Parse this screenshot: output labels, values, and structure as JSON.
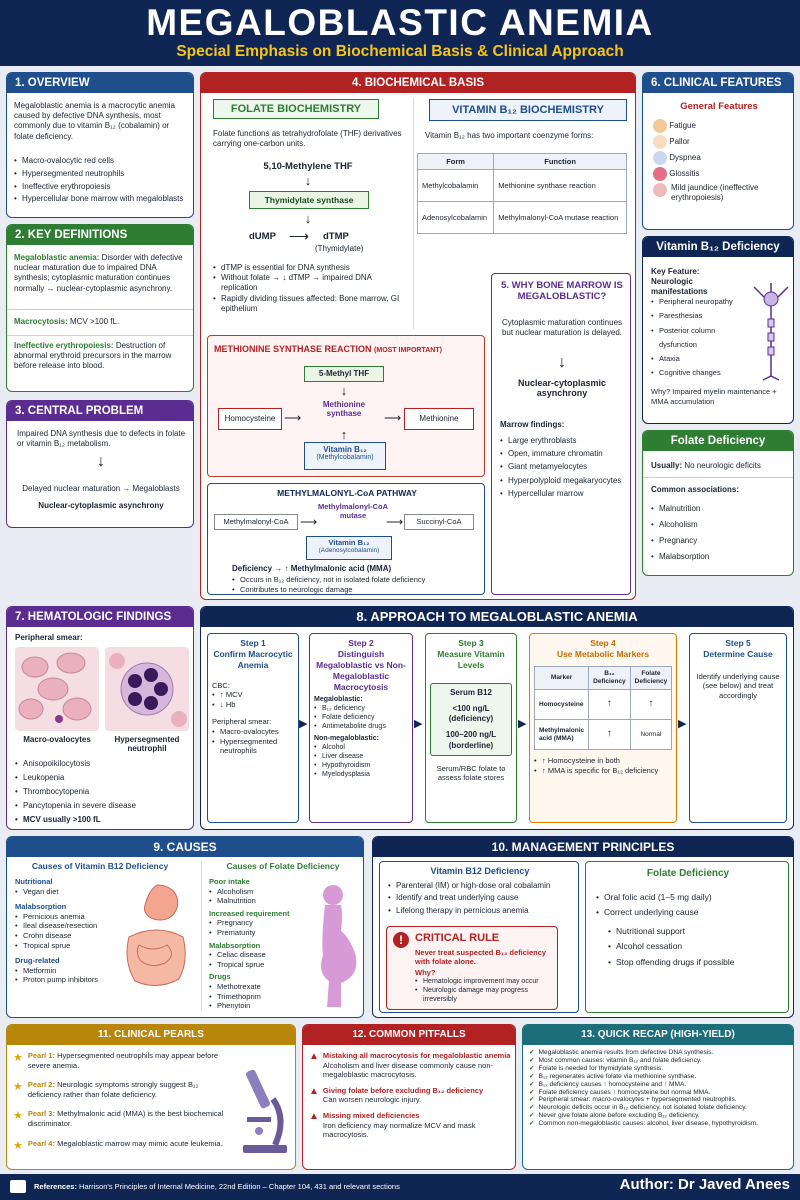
{
  "header": {
    "title": "MEGALOBLASTIC ANEMIA",
    "subtitle": "Special Emphasis on Biochemical Basis & Clinical Approach"
  },
  "overview": {
    "title": "1. OVERVIEW",
    "intro": "Megaloblastic anemia is a macrocytic anemia caused by defective DNA synthesis, most commonly due to vitamin B₁₂ (cobalamin) or folate deficiency.",
    "items": [
      "Macro-ovalocytic red cells",
      "Hypersegmented neutrophils",
      "Ineffective erythropoiesis",
      "Hypercellular bone marrow with megaloblasts"
    ]
  },
  "definitions": {
    "title": "2. KEY DEFINITIONS",
    "d1_term": "Megaloblastic anemia:",
    "d1_text": "Disorder with defective nuclear maturation due to impaired DNA synthesis; cytoplasmic maturation continues normally → nuclear-cytoplasmic asynchrony.",
    "d2_term": "Macrocytosis:",
    "d2_text": "MCV >100 fL.",
    "d3_term": "Ineffective erythropoiesis:",
    "d3_text": "Destruction of abnormal erythroid precursors in the marrow before release into blood."
  },
  "central": {
    "title": "3. CENTRAL PROBLEM",
    "p1": "Impaired DNA synthesis due to defects in folate or vitamin B₁₂ metabolism.",
    "arrow": "↓",
    "p2": "Delayed nuclear maturation → Megaloblasts",
    "p3": "Nuclear-cytoplasmic asynchrony"
  },
  "biochem": {
    "title": "4. BIOCHEMICAL BASIS",
    "folate": {
      "title": "FOLATE BIOCHEMISTRY",
      "intro": "Folate functions as tetrahydrofolate (THF) derivatives carrying one-carbon units.",
      "mthf": "5,10-Methylene THF",
      "enzyme": "Thymidylate synthase",
      "dump": "dUMP",
      "dtmp": "dTMP",
      "dtmp_sub": "(Thymidylate)",
      "items": [
        "dTMP is essential for DNA synthesis",
        "Without folate → ↓ dTMP → impaired DNA replication",
        "Rapidly dividing tissues affected: Bone marrow, GI epithelium"
      ]
    },
    "b12": {
      "title": "VITAMIN B₁₂ BIOCHEMISTRY",
      "intro": "Vitamin B₁₂ has two important coenzyme forms:",
      "col_form": "Form",
      "col_function": "Function",
      "r1_form": "Methylcobalamin",
      "r1_fn": "Methionine synthase reaction",
      "r2_form": "Adenosylcobalamin",
      "r2_fn": "Methylmalonyl-CoA mutase reaction"
    },
    "ms": {
      "title": "METHIONINE SYNTHASE REACTION",
      "title_note": "(MOST IMPORTANT)",
      "methylthf": "5-Methyl THF",
      "homocysteine": "Homocysteine",
      "enzyme": "Methionine synthase",
      "methionine": "Methionine",
      "cofactor": "Vitamin B₁₂",
      "cofactor_sub": "(Methylcobalamin)"
    },
    "mma": {
      "title": "METHYLMALONYL-CoA PATHWAY",
      "substrate": "Methylmalonyl-CoA",
      "enzyme": "Methylmalonyl-CoA mutase",
      "product": "Succinyl-CoA",
      "cofactor": "Vitamin B₁₂",
      "cofactor_sub": "(Adenosylcobalamin)",
      "deficiency": "Deficiency → ↑ Methylmalonic acid (MMA)",
      "items": [
        "Occurs in B₁₂ deficiency, not in isolated folate deficiency",
        "Contributes to neurologic damage"
      ]
    }
  },
  "marrow": {
    "title": "5. WHY BONE MARROW IS MEGALOBLASTIC?",
    "p1": "Cytoplasmic maturation continues but nuclear maturation is delayed.",
    "arrow": "↓",
    "p2": "Nuclear-cytoplasmic asynchrony",
    "findings_title": "Marrow findings:",
    "items": [
      "Large erythroblasts",
      "Open, immature chromatin",
      "Giant metamyelocytes",
      "Hyperpolyploid megakaryocytes",
      "Hypercellular marrow"
    ]
  },
  "clinical": {
    "title": "6. CLINICAL FEATURES",
    "general_title": "General Features",
    "general": [
      "Fatigue",
      "Pallor",
      "Dyspnea",
      "Glossitis",
      "Mild jaundice (ineffective erythropoiesis)"
    ],
    "b12def": {
      "title": "Vitamin B₁₂ Deficiency",
      "key": "Key Feature: Neurologic manifestations",
      "items": [
        "Peripheral neuropathy",
        "Paresthesias",
        "Posterior column dysfunction",
        "Ataxia",
        "Cognitive changes"
      ],
      "why": "Why? Impaired myelin maintenance + MMA accumulation"
    },
    "folatedef": {
      "title": "Folate Deficiency",
      "usually": "Usually:",
      "usually_text": "No neurologic deficits",
      "assoc_title": "Common associations:",
      "items": [
        "Malnutrition",
        "Alcoholism",
        "Pregnancy",
        "Malabsorption"
      ]
    }
  },
  "hema": {
    "title": "7. HEMATOLOGIC FINDINGS",
    "smear": "Peripheral smear:",
    "img1": "Macro-ovalocytes",
    "img2": "Hypersegmented neutrophil",
    "items": [
      "Anisopoikilocytosis",
      "Leukopenia",
      "Thrombocytopenia",
      "Pancytopenia in severe disease",
      "MCV usually >100 fL"
    ]
  },
  "approach": {
    "title": "8. APPROACH TO MEGALOBLASTIC ANEMIA",
    "s1": {
      "step": "Step 1",
      "name": "Confirm Macrocytic Anemia",
      "cbc": "CBC:",
      "cbc_items": [
        "↑ MCV",
        "↓ Hb"
      ],
      "smear": "Peripheral smear:",
      "smear_items": [
        "Macro-ovalocytes",
        "Hypersegmented neutrophils"
      ]
    },
    "s2": {
      "step": "Step 2",
      "name": "Distinguish Megaloblastic vs Non-Megaloblastic Macrocytosis",
      "mega": "Megaloblastic:",
      "mega_items": [
        "B₁₂ deficiency",
        "Folate deficiency",
        "Antimetabolite drugs"
      ],
      "non": "Non-megaloblastic:",
      "non_items": [
        "Alcohol",
        "Liver disease",
        "Hypothyroidism",
        "Myelodysplasia"
      ]
    },
    "s3": {
      "step": "Step 3",
      "name": "Measure Vitamin Levels",
      "serum": "Serum B12",
      "v1": "<100 ng/L",
      "v1s": "(deficiency)",
      "v2": "100–200 ng/L",
      "v2s": "(borderline)",
      "rbc": "Serum/RBC folate to assess folate stores"
    },
    "s4": {
      "step": "Step 4",
      "name": "Use Metabolic Markers",
      "col1": "Marker",
      "col2": "B₁₂ Deficiency",
      "col3": "Folate Deficiency",
      "r1": [
        "Homocysteine",
        "↑",
        "↑"
      ],
      "r2": [
        "Methylmalonic acid (MMA)",
        "↑",
        "Normal"
      ],
      "notes": [
        "↑ Homocysteine in both",
        "↑ MMA is specific for B₁₂ deficiency"
      ]
    },
    "s5": {
      "step": "Step 5",
      "name": "Determine Cause",
      "text": "Identify underlying cause (see below) and treat accordingly"
    }
  },
  "causes": {
    "title": "9. CAUSES",
    "b12_title": "Causes of Vitamin B12 Deficiency",
    "b12_groups": [
      {
        "h": "Nutritional",
        "items": [
          "Vegan diet"
        ]
      },
      {
        "h": "Malabsorption",
        "items": [
          "Pernicious anemia",
          "Ileal disease/resection",
          "Crohn disease",
          "Tropical sprue"
        ]
      },
      {
        "h": "Drug-related",
        "items": [
          "Metformin",
          "Proton pump inhibitors"
        ]
      }
    ],
    "folate_title": "Causes of Folate Deficiency",
    "folate_groups": [
      {
        "h": "Poor intake",
        "items": [
          "Alcoholism",
          "Malnutrition"
        ]
      },
      {
        "h": "Increased requirement",
        "items": [
          "Pregnancy",
          "Prematurity"
        ]
      },
      {
        "h": "Malabsorption",
        "items": [
          "Celiac disease",
          "Tropical sprue"
        ]
      },
      {
        "h": "Drugs",
        "items": [
          "Methotrexate",
          "Trimethoprim",
          "Phenytoin"
        ]
      }
    ]
  },
  "mgmt": {
    "title": "10. MANAGEMENT PRINCIPLES",
    "b12_title": "Vitamin B12 Deficiency",
    "b12_items": [
      "Parenteral (IM) or high-dose oral cobalamin",
      "Identify and treat underlying cause",
      "Lifelong therapy in pernicious anemia"
    ],
    "rule_title": "CRITICAL RULE",
    "rule_text": "Never treat suspected B₁₂ deficiency with folate alone.",
    "why": "Why?",
    "why_items": [
      "Hematologic improvement may occur",
      "Neurologic damage may progress irreversibly"
    ],
    "folate_title": "Folate Deficiency",
    "f1": "Oral folic acid (1–5 mg daily)",
    "f2": "Correct underlying cause",
    "f_sub": [
      "Nutritional support",
      "Alcohol cessation",
      "Stop offending drugs if possible"
    ]
  },
  "pearls": {
    "title": "11. CLINICAL PEARLS",
    "items": [
      {
        "k": "Pearl 1:",
        "v": "Hypersegmented neutrophils may appear before severe anemia."
      },
      {
        "k": "Pearl 2:",
        "v": "Neurologic symptoms strongly suggest B₁₂ deficiency rather than folate deficiency."
      },
      {
        "k": "Pearl 3:",
        "v": "Methylmalonic acid (MMA) is the best biochemical discriminator."
      },
      {
        "k": "Pearl 4:",
        "v": "Megaloblastic marrow may mimic acute leukemia."
      }
    ]
  },
  "pitfalls": {
    "title": "12. COMMON PITFALLS",
    "items": [
      {
        "h": "Mistaking all macrocytosis for megaloblastic anemia",
        "t": "Alcoholism and liver disease commonly cause non-megaloblastic macrocytosis."
      },
      {
        "h": "Giving folate before excluding B₁₂ deficiency",
        "t": "Can worsen neurologic injury."
      },
      {
        "h": "Missing mixed deficiencies",
        "t": "Iron deficiency may normalize MCV and mask macrocytosis."
      }
    ]
  },
  "recap": {
    "title": "13. QUICK RECAP (HIGH-YIELD)",
    "items": [
      "Megaloblastic anemia results from defective DNA synthesis.",
      "Most common causes: vitamin B₁₂ and folate deficiency.",
      "Folate is needed for thymidylate synthesis.",
      "B₁₂ regenerates active folate via methionine synthase.",
      "B₁₂ deficiency causes ↑ homocysteine and ↑ MMA.",
      "Folate deficiency causes ↑ homocysteine but normal MMA.",
      "Peripheral smear: macro-ovalocytes + hypersegmented neutrophils.",
      "Neurologic deficits occur in B₁₂ deficiency, not isolated folate deficiency.",
      "Never give folate alone before excluding B₁₂ deficiency.",
      "Common non-megaloblastic causes: alcohol, liver disease, hypothyroidism."
    ]
  },
  "footer": {
    "ref_label": "References:",
    "ref_text": "Harrison's Principles of Internal Medicine, 22nd Edition – Chapter 104, 431 and relevant sections",
    "author": "Author: Dr Javed Anees"
  },
  "colors": {
    "navy": "#0f2553",
    "blue": "#1f4e8c",
    "green": "#2e7d32",
    "purple": "#5b2d91",
    "red": "#b22222",
    "gold": "#f5c518",
    "teal": "#1c6e7a"
  }
}
